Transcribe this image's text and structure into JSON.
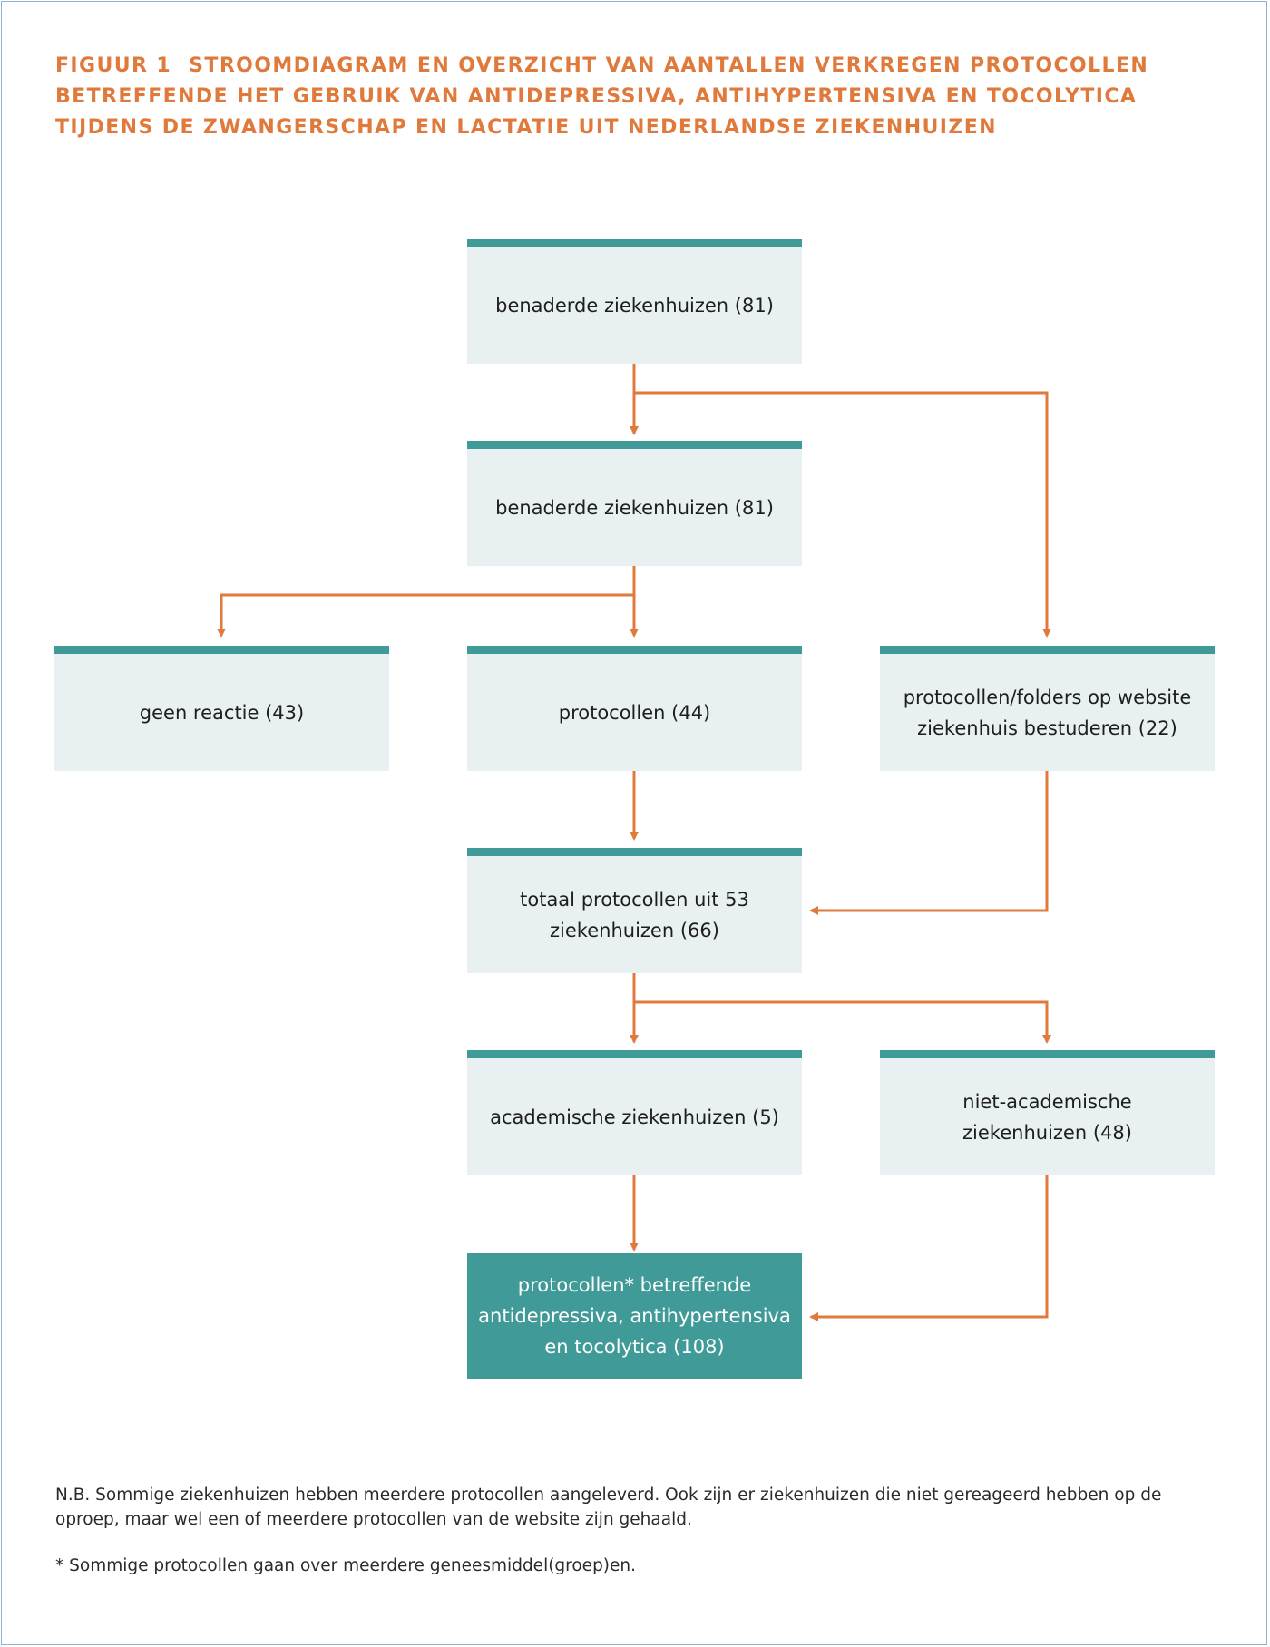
{
  "title": {
    "figure_label": "FIGUUR 1",
    "text": "STROOMDIAGRAM EN OVERZICHT VAN AANTALLEN VERKREGEN PROTOCOLLEN BETREFFENDE HET GEBRUIK VAN ANTIDEPRESSIVA, ANTIHYPERTENSIVA EN TOCOLYTICA TIJDENS DE ZWANGERSCHAP EN LACTATIE UIT NEDERLANDSE ZIEKENHUIZEN"
  },
  "nodes": {
    "top": "benaderde ziekenhuizen (81)",
    "second": "benaderde ziekenhuizen (81)",
    "no_response": "geen reactie (43)",
    "protocols": "protocollen (44)",
    "website": "protocollen/folders op website ziekenhuis bestuderen (22)",
    "total": "totaal protocollen uit 53 ziekenhuizen (66)",
    "academic": "academische ziekenhuizen (5)",
    "non_academic": "niet-academische ziekenhuizen (48)",
    "final": "protocollen* betreffende antidepressiva, antihypertensiva en tocolytica (108)"
  },
  "notes": {
    "nb": "N.B. Sommige ziekenhuizen hebben meerdere protocollen aangeleverd. Ook zijn er ziekenhuizen die niet gereageerd hebben op de oproep, maar wel een of meerdere protocollen van de website zijn gehaald.",
    "footnote": "* Sommige protocollen gaan over meerdere geneesmiddel(groep)en."
  },
  "colors": {
    "accent_orange": "#e07a3c",
    "teal": "#3f9a98",
    "box_fill": "#e9f0f2"
  }
}
